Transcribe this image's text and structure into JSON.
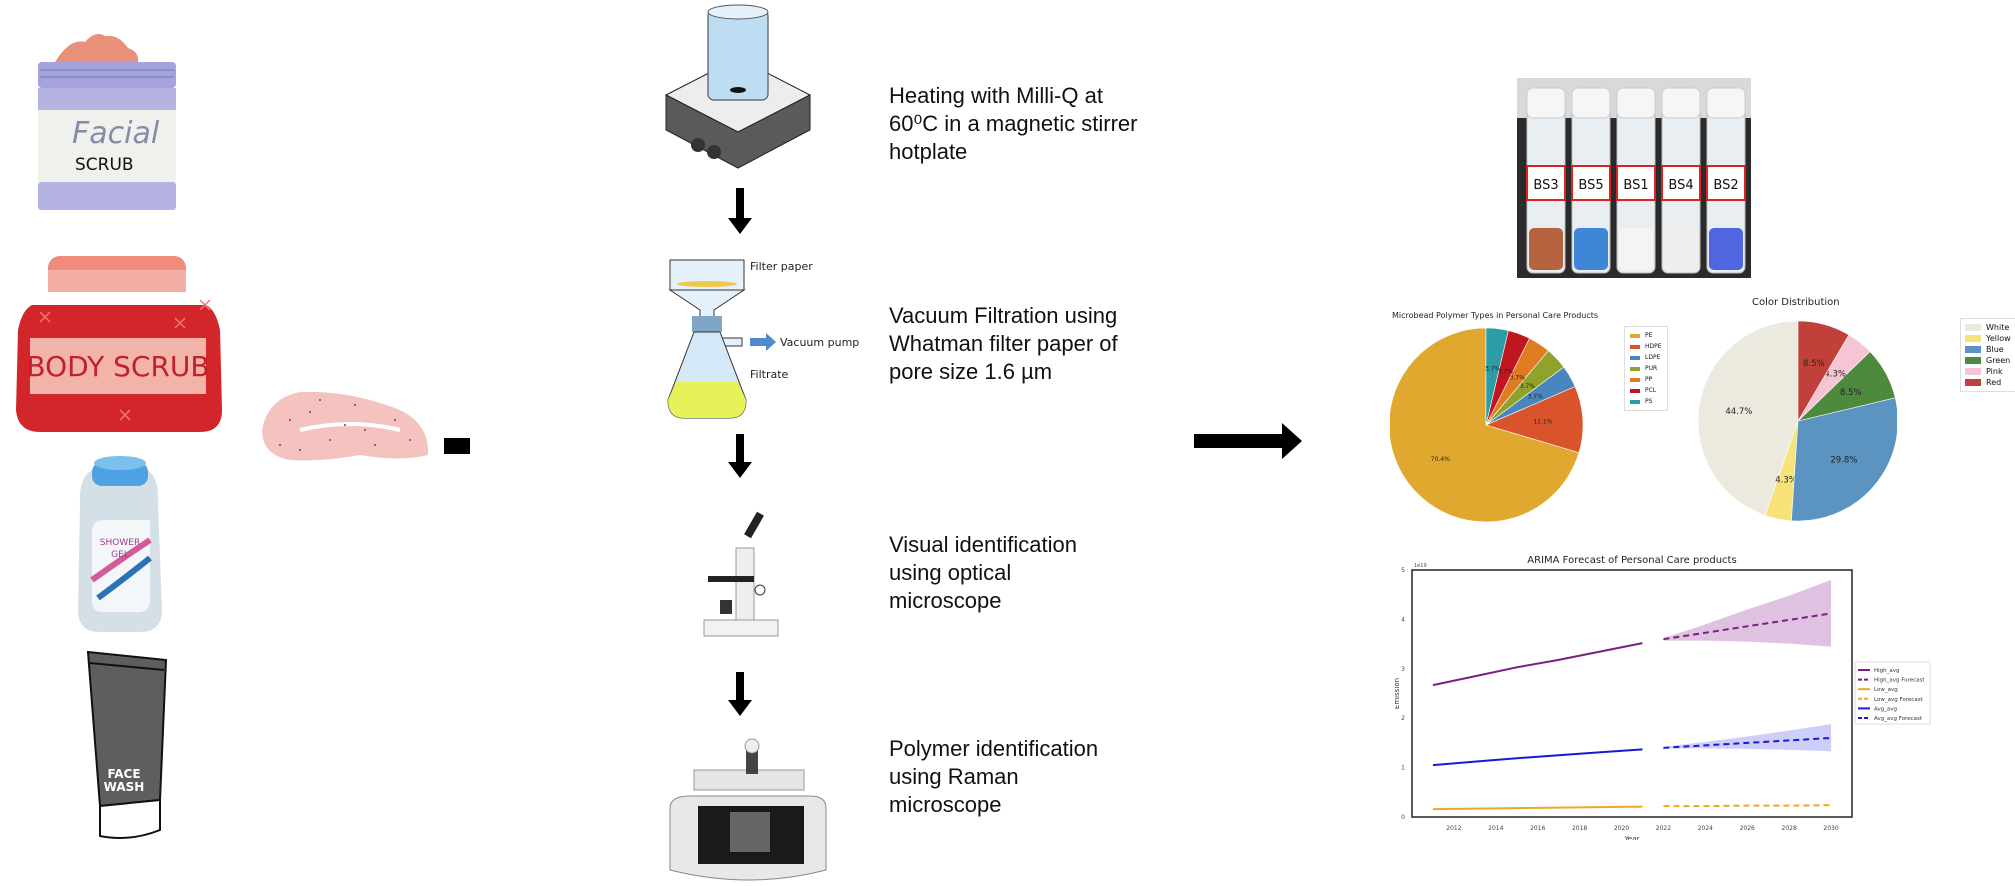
{
  "products": [
    {
      "name": "facial-scrub",
      "label_line1": "Facial",
      "label_line2": "SCRUB"
    },
    {
      "name": "body-scrub",
      "label": "BODY SCRUB"
    },
    {
      "name": "shower-gel",
      "label_line1": "SHOWER",
      "label_line2": "GEL"
    },
    {
      "name": "face-wash",
      "label_line1": "FACE",
      "label_line2": "WASH"
    }
  ],
  "steps": [
    {
      "text": "Heating with Milli-Q at\n60⁰C in a magnetic stirrer\nhotplate"
    },
    {
      "text": "Vacuum Filtration using\nWhatman filter paper of\npore size 1.6 µm"
    },
    {
      "text": "Visual identification\nusing optical\nmicroscope"
    },
    {
      "text": "Polymer identification\nusing Raman\nmicroscope"
    }
  ],
  "filtration_labels": {
    "filter_paper": "Filter paper",
    "vacuum_pump": "Vacuum pump",
    "filtrate": "Filtrate"
  },
  "vials": [
    "BS3",
    "BS5",
    "BS1",
    "BS4",
    "BS2"
  ],
  "chart_data": [
    {
      "type": "pie",
      "title": "Microbead Polymer Types in Personal Care Products",
      "categories": [
        "PE",
        "HDPE",
        "LDPE",
        "PUR",
        "PP",
        "PCL",
        "PS"
      ],
      "values": [
        70.4,
        11.1,
        3.7,
        3.7,
        3.7,
        3.7,
        3.7
      ],
      "labels": [
        "70.4%",
        "11.1%",
        "3.7%",
        "3.7%",
        "3.7%",
        "3.7%",
        "3.7%"
      ],
      "colors": [
        "#E0A82E",
        "#D9532B",
        "#4A86BE",
        "#8FA22A",
        "#E07B22",
        "#C0161D",
        "#2E9CA6"
      ],
      "legend": "right",
      "start_angle_deg": 90,
      "direction": "counterclockwise"
    },
    {
      "type": "pie",
      "title": "Color Distribution",
      "categories": [
        "White",
        "Yellow",
        "Blue",
        "Green",
        "Pink",
        "Red"
      ],
      "values": [
        44.7,
        4.3,
        29.8,
        8.5,
        4.3,
        8.5
      ],
      "labels": [
        "44.7%",
        "4.3%",
        "29.8%",
        "8.5%",
        "4.3%",
        "8.5%"
      ],
      "colors": [
        "#ECEADF",
        "#F8E27A",
        "#5B93C1",
        "#4E8A3E",
        "#F6C4D2",
        "#C2403A"
      ],
      "legend": "right",
      "start_angle_deg": 90,
      "direction": "counterclockwise"
    },
    {
      "type": "line",
      "title": "ARIMA Forecast of Personal Care products",
      "xlabel": "Year",
      "ylabel": "Emission",
      "y_scale_note": "1e19",
      "xlim": [
        2010,
        2031
      ],
      "ylim": [
        0,
        5
      ],
      "xticks": [
        2012,
        2014,
        2016,
        2018,
        2020,
        2022,
        2024,
        2026,
        2028,
        2030
      ],
      "yticks": [
        0,
        1,
        2,
        3,
        4,
        5
      ],
      "grid": false,
      "legend": "right",
      "series": [
        {
          "name": "High_avg",
          "style": "solid",
          "color": "#7B1F82",
          "x": [
            2011,
            2013,
            2015,
            2017,
            2019,
            2021
          ],
          "y": [
            2.67,
            2.85,
            3.03,
            3.18,
            3.35,
            3.52
          ]
        },
        {
          "name": "High_avg Forecast",
          "style": "dashed",
          "color": "#7B1F82",
          "x": [
            2022,
            2024,
            2026,
            2028,
            2030
          ],
          "y": [
            3.6,
            3.73,
            3.86,
            3.99,
            4.12
          ],
          "ci_lower": [
            3.57,
            3.57,
            3.55,
            3.51,
            3.45
          ],
          "ci_upper": [
            3.62,
            3.9,
            4.2,
            4.48,
            4.8
          ],
          "ci_color": "#D9B6DC"
        },
        {
          "name": "Low_avg",
          "style": "solid",
          "color": "#F0A81E",
          "x": [
            2011,
            2013,
            2015,
            2017,
            2019,
            2021
          ],
          "y": [
            0.16,
            0.17,
            0.18,
            0.19,
            0.2,
            0.21
          ]
        },
        {
          "name": "Low_avg Forecast",
          "style": "dashed",
          "color": "#F0A81E",
          "x": [
            2022,
            2024,
            2026,
            2028,
            2030
          ],
          "y": [
            0.22,
            0.22,
            0.23,
            0.23,
            0.24
          ]
        },
        {
          "name": "Avg_avg",
          "style": "solid",
          "color": "#1A1AD6",
          "x": [
            2011,
            2013,
            2015,
            2017,
            2019,
            2021
          ],
          "y": [
            1.05,
            1.12,
            1.19,
            1.25,
            1.31,
            1.37
          ]
        },
        {
          "name": "Avg_avg Forecast",
          "style": "dashed",
          "color": "#1A1AD6",
          "x": [
            2022,
            2024,
            2026,
            2028,
            2030
          ],
          "y": [
            1.4,
            1.45,
            1.5,
            1.55,
            1.6
          ],
          "ci_lower": [
            1.39,
            1.39,
            1.38,
            1.36,
            1.33
          ],
          "ci_upper": [
            1.42,
            1.52,
            1.63,
            1.75,
            1.88
          ],
          "ci_color": "#C5C5F8"
        }
      ]
    }
  ]
}
